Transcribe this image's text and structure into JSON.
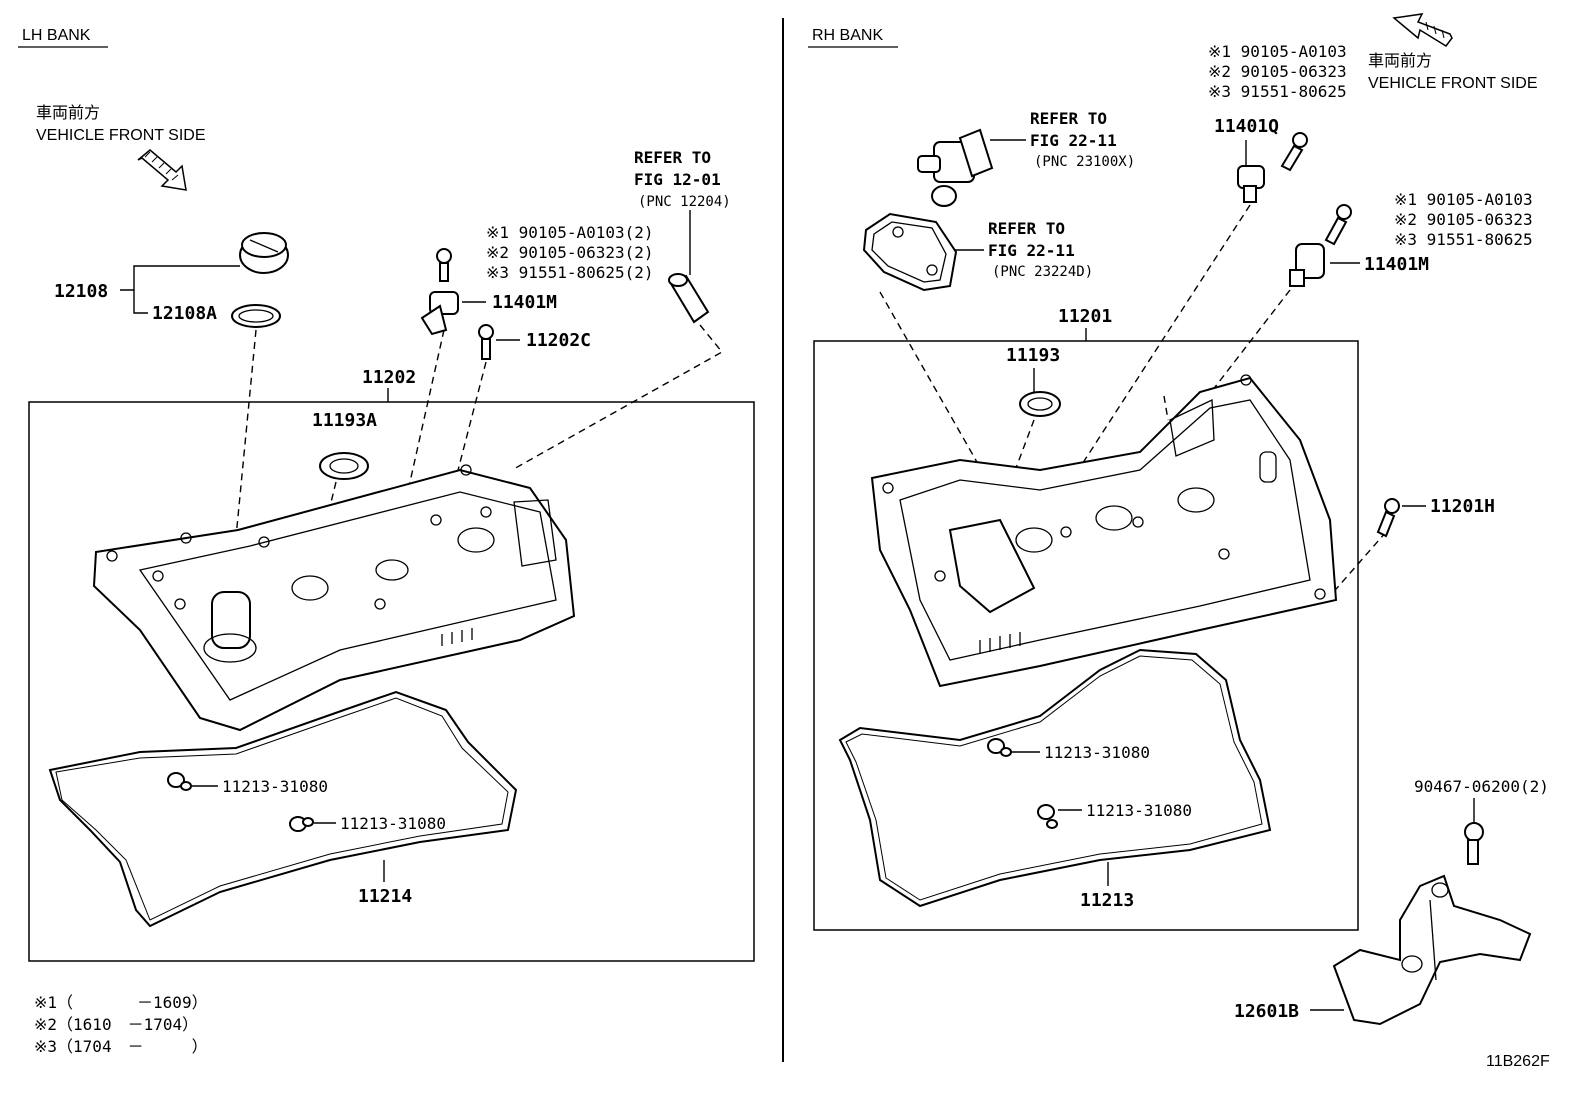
{
  "lh": {
    "bank_label": "LH BANK",
    "dir_jp": "車両前方",
    "dir_en": "VEHICLE FRONT SIDE",
    "refer_12": [
      "REFER TO",
      "FIG 12-01",
      "(PNC 12204)"
    ],
    "notes": [
      "※1 90105-A0103(2)",
      "※2 90105-06323(2)",
      "※3 91551-80625(2)"
    ],
    "parts": {
      "p12108": "12108",
      "p12108A": "12108A",
      "p11401M": "11401M",
      "p11202C": "11202C",
      "p11202": "11202",
      "p11193A": "11193A",
      "p11213a": "11213-31080",
      "p11213b": "11213-31080",
      "p11214": "11214"
    }
  },
  "rh": {
    "bank_label": "RH BANK",
    "dir_jp": "車両前方",
    "dir_en": "VEHICLE FRONT SIDE",
    "refer_a": [
      "REFER TO",
      "FIG 22-11",
      "(PNC 23100X)"
    ],
    "refer_b": [
      "REFER TO",
      "FIG 22-11",
      "(PNC 23224D)"
    ],
    "notes_top": [
      "※1 90105-A0103",
      "※2 90105-06323",
      "※3 91551-80625"
    ],
    "notes_mid": [
      "※1 90105-A0103",
      "※2 90105-06323",
      "※3 91551-80625"
    ],
    "parts": {
      "p11401Q": "11401Q",
      "p11401M": "11401M",
      "p11201": "11201",
      "p11193": "11193",
      "p11201H": "11201H",
      "p11213a": "11213-31080",
      "p11213b": "11213-31080",
      "p11213": "11213",
      "p90467": "90467-06200(2)",
      "p12601B": "12601B"
    }
  },
  "legend": [
    "※1（　　　　－1609）",
    "※2（1610　－1704）",
    "※3（1704　－　　　）"
  ],
  "figure_code": "11B262F"
}
